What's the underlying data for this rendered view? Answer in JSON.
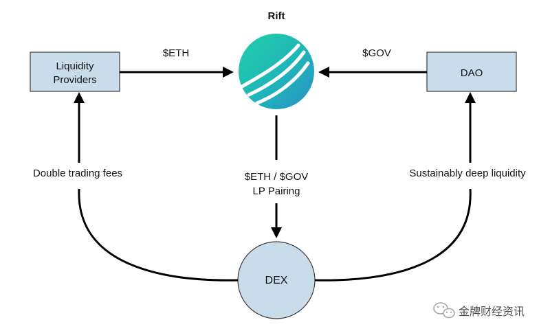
{
  "title": "Rift",
  "nodes": {
    "liquidity_providers": {
      "line1": "Liquidity",
      "line2": "Providers"
    },
    "dao": {
      "label": "DAO"
    },
    "dex": {
      "label": "DEX"
    }
  },
  "edges": {
    "eth_to_rift": "$ETH",
    "gov_to_rift": "$GOV",
    "rift_to_dex_line1": "$ETH / $GOV",
    "rift_to_dex_line2": "LP Pairing",
    "dex_to_lp": "Double trading fees",
    "dex_to_dao": "Sustainably deep liquidity"
  },
  "watermark": {
    "text": "金牌财经资讯",
    "icon": "wechat-icon"
  },
  "colors": {
    "box_fill": "#c8dcea",
    "logo_teal": "#1fc3b0",
    "logo_blue": "#2a9ec4",
    "arrow": "#000000"
  }
}
